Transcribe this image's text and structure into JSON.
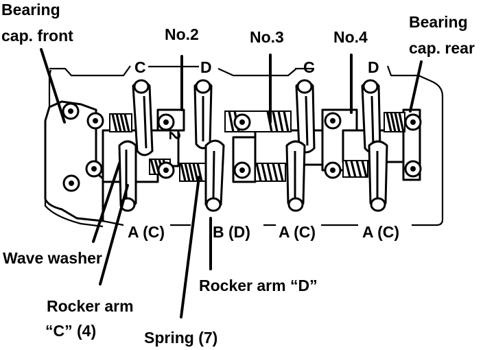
{
  "labels": {
    "bearing_cap_front_1": "Bearing",
    "bearing_cap_front_2": "cap. front",
    "no2": "No.2",
    "no3": "No.3",
    "no4": "No.4",
    "bearing_cap_rear_1": "Bearing",
    "bearing_cap_rear_2": "cap. rear",
    "top_c1": "C",
    "top_d1": "D",
    "top_c2": "C",
    "top_d2": "D",
    "bottom_a1": "A (C)",
    "bottom_bd": "B (D)",
    "bottom_a2": "A (C)",
    "bottom_a3": "A (C)",
    "wave_washer": "Wave washer",
    "rocker_arm_d": "Rocker arm “D”",
    "rocker_arm_c_1": "Rocker arm",
    "rocker_arm_c_2": "“C” (4)",
    "spring": "Spring (7)",
    "cap_mark": "2"
  }
}
